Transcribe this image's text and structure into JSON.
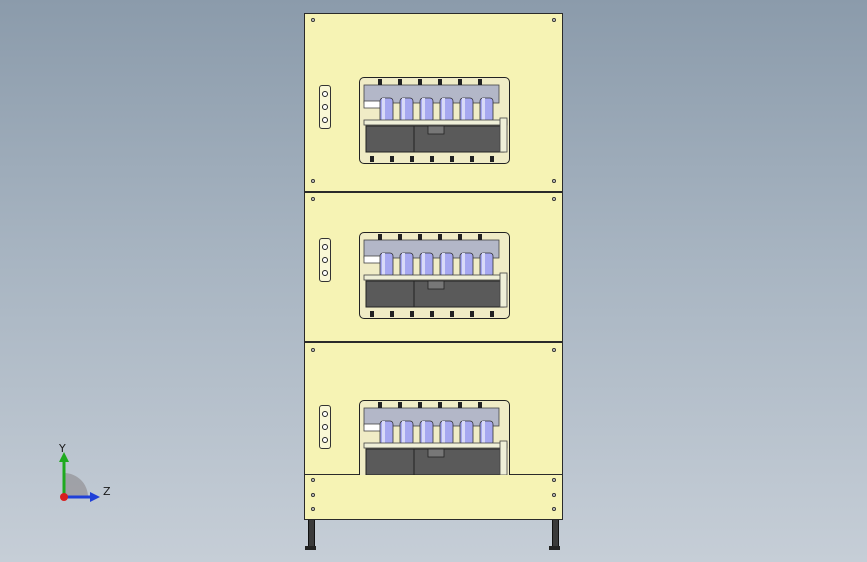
{
  "scene": {
    "modules": [
      "upper-module",
      "middle-module",
      "lower-module"
    ],
    "battery_cells_per_module": 6
  },
  "colors": {
    "background_top": "#8b9bab",
    "background_bottom": "#c6ced7",
    "panel": "#f6f3b4",
    "cell": "#a6a8f0",
    "tray": "#5a5a5a"
  },
  "triad": {
    "y_label": "Y",
    "z_label": "Z"
  }
}
